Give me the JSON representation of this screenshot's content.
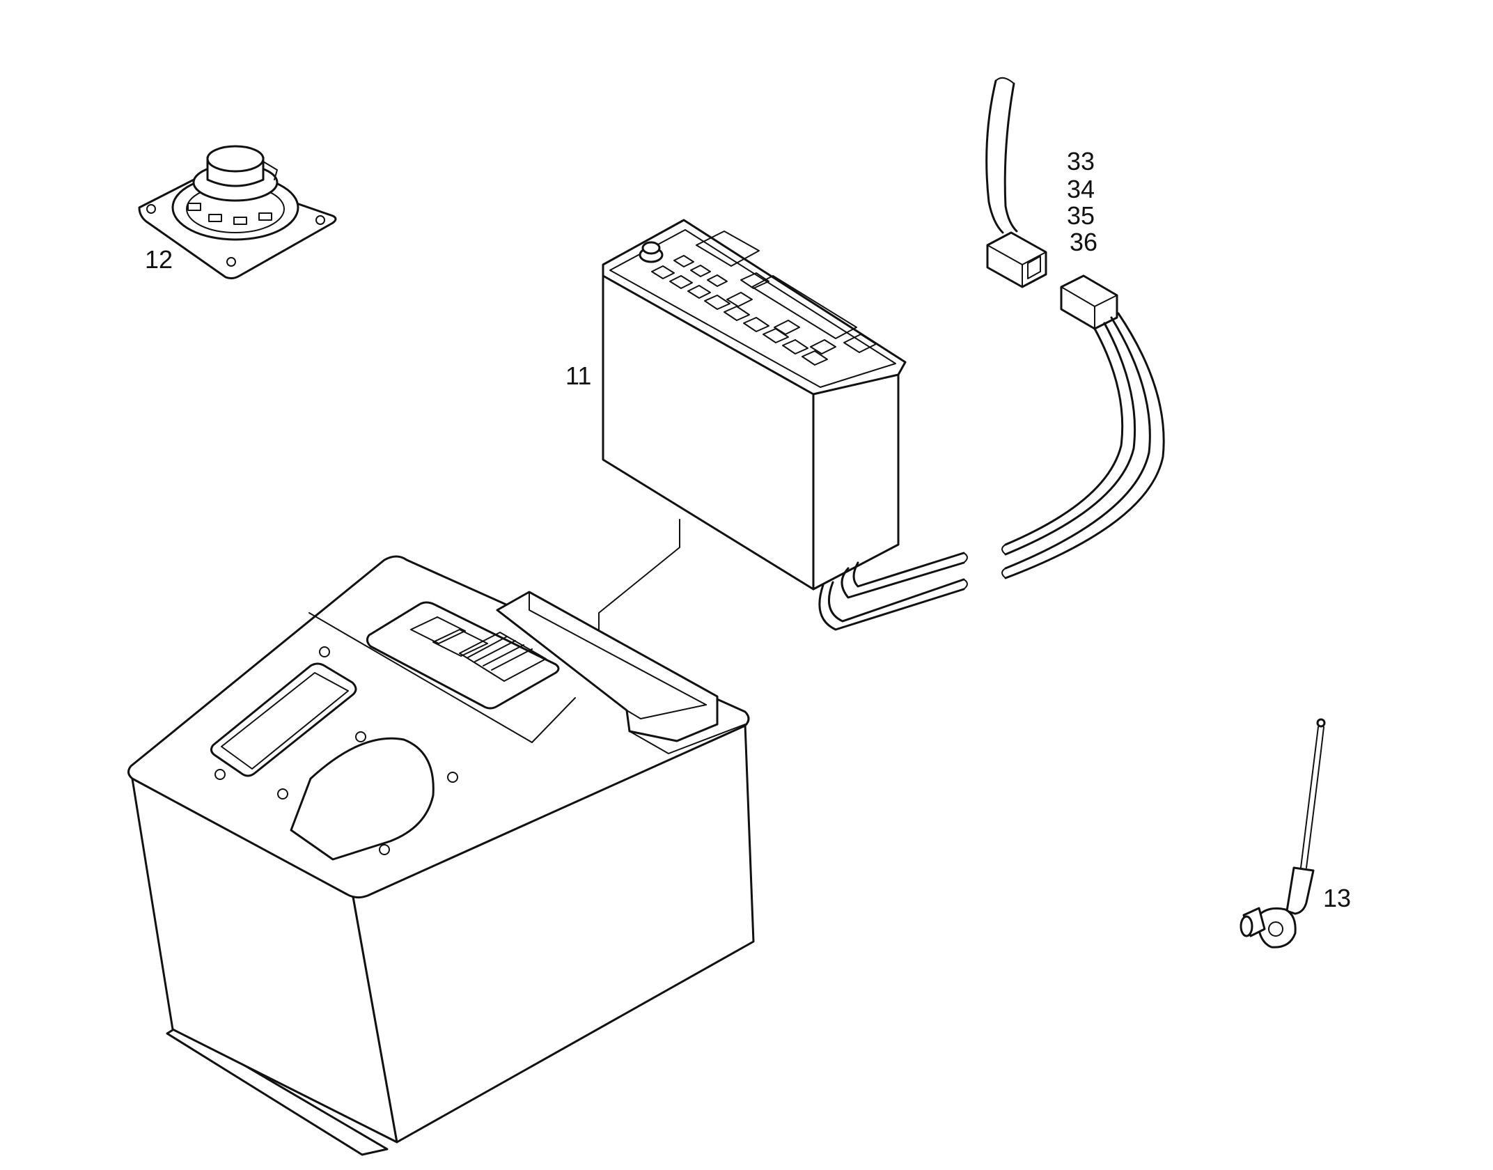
{
  "diagram": {
    "callouts": {
      "radio": "11",
      "speaker": "12",
      "antenna": "13",
      "connector_a": "33",
      "connector_b": "34",
      "connector_c": "35",
      "connector_d": "36"
    }
  }
}
